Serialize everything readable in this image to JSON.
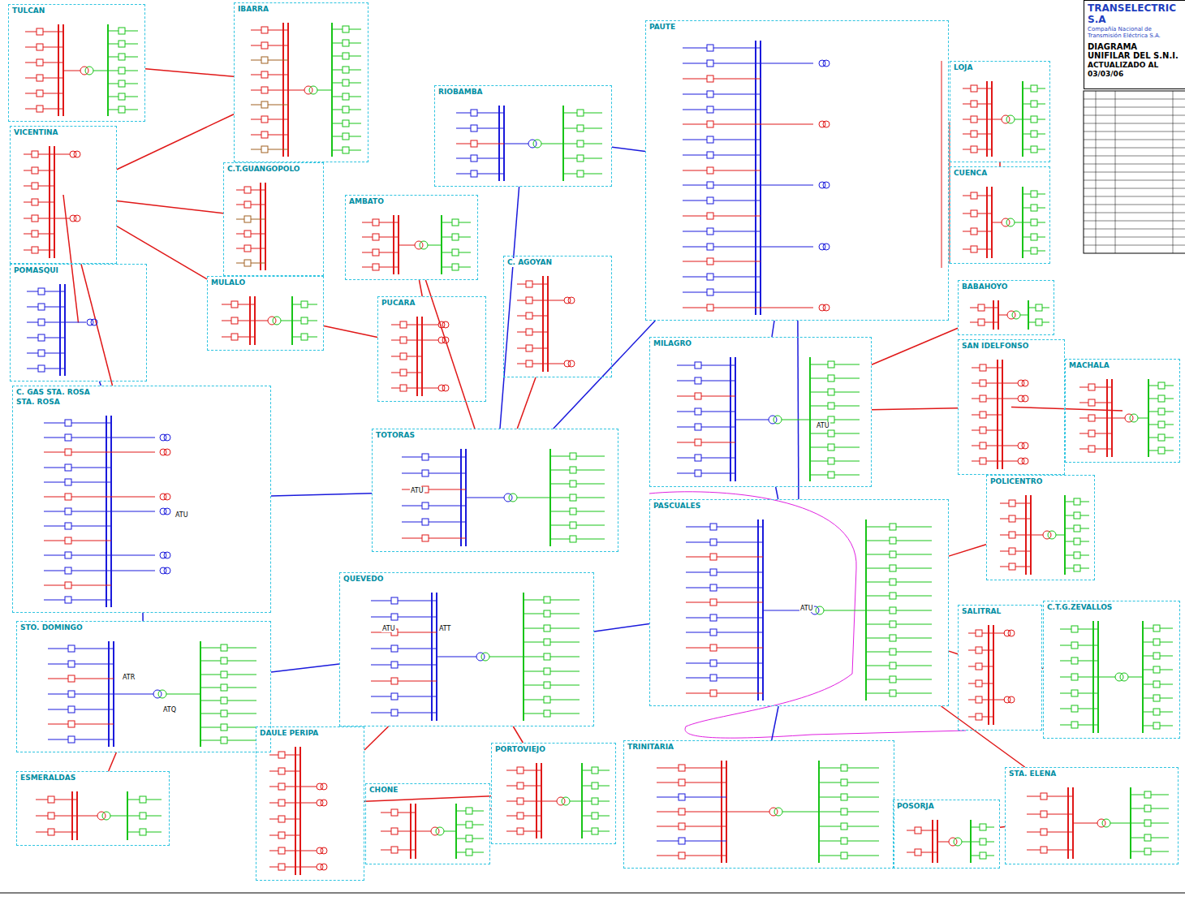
{
  "diagram": {
    "title": "DIAGRAMA UNIFILAR DEL S.N.I.",
    "nodes": [
      {
        "text": [
          "TULCAN"
        ]
      },
      {
        "text": [
          "IBARRA"
        ]
      },
      {
        "text": [
          "RIOBAMBA"
        ]
      },
      {
        "text": [
          "PAUTE"
        ]
      },
      {
        "text": [
          "LOJA"
        ]
      },
      {
        "text": [
          "TRANSELECTRIC S.A",
          "Compañía Nacional de Transmisión Eléctrica S.A.",
          "ACTUALIZADO AL 03/03/06"
        ]
      },
      {
        "text": [
          "VICENTINA"
        ]
      },
      {
        "text": [
          "C.T.GUANGOPOLO"
        ]
      },
      {
        "text": [
          "CUENCA"
        ]
      },
      {
        "text": [
          "AMBATO"
        ]
      },
      {
        "text": [
          "POMASQUI"
        ]
      },
      {
        "text": [
          "MULALO"
        ]
      },
      {
        "text": [
          "C. AGOYAN"
        ]
      },
      {
        "text": [
          "BABAHOYO"
        ]
      },
      {
        "text": [
          "PUCARA"
        ]
      },
      {
        "text": [
          "MILAGRO"
        ]
      },
      {
        "text": [
          "SAN IDELFONSO"
        ]
      },
      {
        "text": [
          "MACHALA"
        ]
      },
      {
        "text": [
          "C. GAS STA. ROSA",
          "STA. ROSA"
        ]
      },
      {
        "text": [
          "TOTORAS"
        ]
      },
      {
        "text": [
          "POLICENTRO"
        ]
      },
      {
        "text": [
          "PASCUALES"
        ]
      },
      {
        "text": [
          "QUEVEDO"
        ]
      },
      {
        "text": [
          "SALITRAL"
        ]
      },
      {
        "text": [
          "C.T.G.ZEVALLOS"
        ]
      },
      {
        "text": [
          "STO. DOMINGO"
        ]
      },
      {
        "text": [
          "DAULE PERIPA"
        ]
      },
      {
        "text": [
          "TRINITARIA"
        ]
      },
      {
        "text": [
          "ESMERALDAS"
        ]
      },
      {
        "text": [
          "CHONE"
        ]
      },
      {
        "text": [
          "PORTOVIEJO"
        ]
      },
      {
        "text": [
          "POSORJA"
        ]
      },
      {
        "text": [
          "STA. ELENA"
        ]
      }
    ],
    "edges": [
      {
        "from": 3,
        "to": 15,
        "arrow": "none"
      },
      {
        "from": 3,
        "to": 2,
        "arrow": "none"
      },
      {
        "from": 2,
        "to": 19,
        "arrow": "none"
      },
      {
        "from": 3,
        "to": 19,
        "arrow": "none"
      },
      {
        "from": 19,
        "to": 18,
        "arrow": "none"
      },
      {
        "from": 18,
        "to": 10,
        "arrow": "none"
      },
      {
        "from": 18,
        "to": 25,
        "arrow": "none"
      },
      {
        "from": 25,
        "to": 22,
        "arrow": "none"
      },
      {
        "from": 22,
        "to": 21,
        "arrow": "none"
      },
      {
        "from": 15,
        "to": 21,
        "arrow": "none"
      },
      {
        "from": 3,
        "to": 21,
        "arrow": "none"
      },
      {
        "from": 21,
        "to": 27,
        "arrow": "none"
      },
      {
        "from": 1,
        "to": 0,
        "arrow": "none"
      },
      {
        "from": 6,
        "to": 1,
        "arrow": "none"
      },
      {
        "from": 6,
        "to": 18,
        "arrow": "none"
      },
      {
        "from": 7,
        "to": 6,
        "arrow": "none"
      },
      {
        "from": 11,
        "to": 6,
        "arrow": "none"
      },
      {
        "from": 14,
        "to": 11,
        "arrow": "none"
      },
      {
        "from": 14,
        "to": 9,
        "arrow": "none"
      },
      {
        "from": 9,
        "to": 19,
        "arrow": "none"
      },
      {
        "from": 12,
        "to": 19,
        "arrow": "none"
      },
      {
        "from": 3,
        "to": 8,
        "arrow": "none"
      },
      {
        "from": 8,
        "to": 4,
        "arrow": "none"
      },
      {
        "from": 15,
        "to": 13,
        "arrow": "none"
      },
      {
        "from": 15,
        "to": 16,
        "arrow": "none"
      },
      {
        "from": 16,
        "to": 17,
        "arrow": "none"
      },
      {
        "from": 21,
        "to": 20,
        "arrow": "none"
      },
      {
        "from": 21,
        "to": 23,
        "arrow": "none"
      },
      {
        "from": 23,
        "to": 24,
        "arrow": "none"
      },
      {
        "from": 21,
        "to": 32,
        "arrow": "none"
      },
      {
        "from": 32,
        "to": 31,
        "arrow": "none"
      },
      {
        "from": 22,
        "to": 30,
        "arrow": "none"
      },
      {
        "from": 22,
        "to": 26,
        "arrow": "none"
      },
      {
        "from": 26,
        "to": 30,
        "arrow": "none"
      },
      {
        "from": 30,
        "to": 29,
        "arrow": "none"
      },
      {
        "from": 25,
        "to": 28,
        "arrow": "none"
      },
      {
        "from": 6,
        "to": 10,
        "arrow": "none"
      }
    ],
    "labels": [
      "ATU",
      "ATU",
      "ATU",
      "ATT",
      "ATR",
      "ATU",
      "ATQ",
      "ATU"
    ]
  }
}
